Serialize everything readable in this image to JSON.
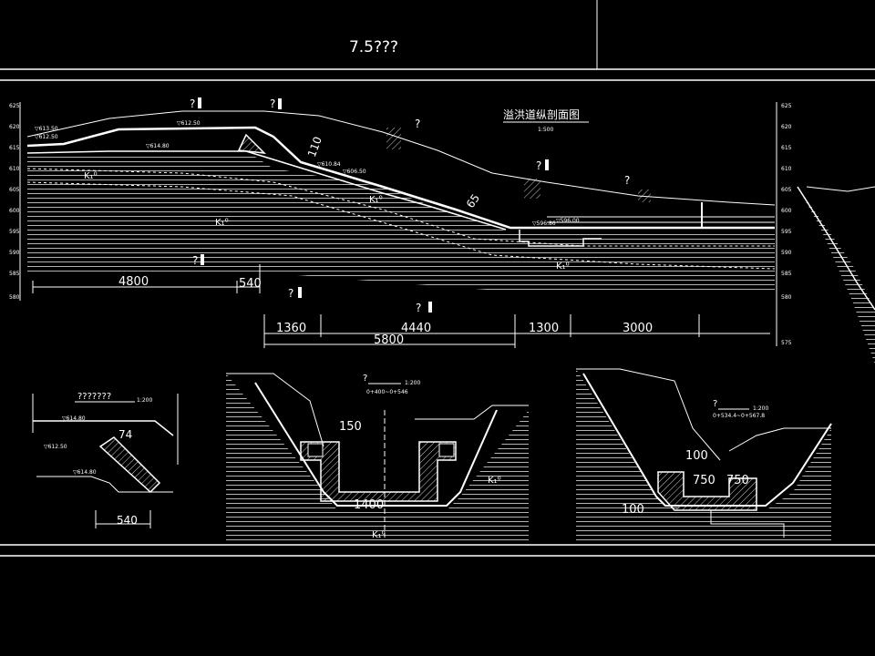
{
  "title_block": {
    "sheet_title": "7.5???"
  },
  "main_profile": {
    "title": "溢洪道纵剖面图",
    "scale": "1:500",
    "slope_labels": [
      "110",
      "65"
    ],
    "unknown_marks": [
      "?",
      "?",
      "?",
      "?",
      "?",
      "?",
      "?",
      "?"
    ],
    "elevation_ticks_left": [
      "625",
      "620",
      "615",
      "610",
      "605",
      "600",
      "595",
      "590",
      "585",
      "580"
    ],
    "elevation_ticks_right": [
      "625",
      "620",
      "615",
      "610",
      "605",
      "600",
      "595",
      "590",
      "585",
      "580",
      "575"
    ],
    "rock_labels": [
      "K₁⁰",
      "K₁⁰",
      "K₁⁰",
      "K₁⁰"
    ],
    "dimensions_upper": [
      "4800",
      "540"
    ],
    "dimensions_lower": [
      "1360",
      "4440",
      "1300",
      "3000"
    ],
    "dimension_total": "5800",
    "elevation_notes": [
      "▽613.50",
      "▽612.50",
      "▽614.80",
      "▽612.50",
      "▽610.84",
      "▽606.50",
      "▽596.86",
      "▽596.00"
    ]
  },
  "detail_left": {
    "title": "???????",
    "scale": "1:200",
    "dimensions": [
      "74",
      "540"
    ],
    "elevation_notes": [
      "▽614.80",
      "▽612.50",
      "▽614.80"
    ]
  },
  "section_middle": {
    "label": "?",
    "scale": "1:200",
    "station": "0+400~0+546",
    "dimensions": [
      "150",
      "1400"
    ],
    "rock_labels": [
      "K₁⁰",
      "K₁⁰"
    ]
  },
  "section_right": {
    "label": "?",
    "scale": "1:200",
    "station": "0+534.4~0+567.8",
    "dimensions": [
      "100",
      "750",
      "750",
      "100"
    ]
  }
}
